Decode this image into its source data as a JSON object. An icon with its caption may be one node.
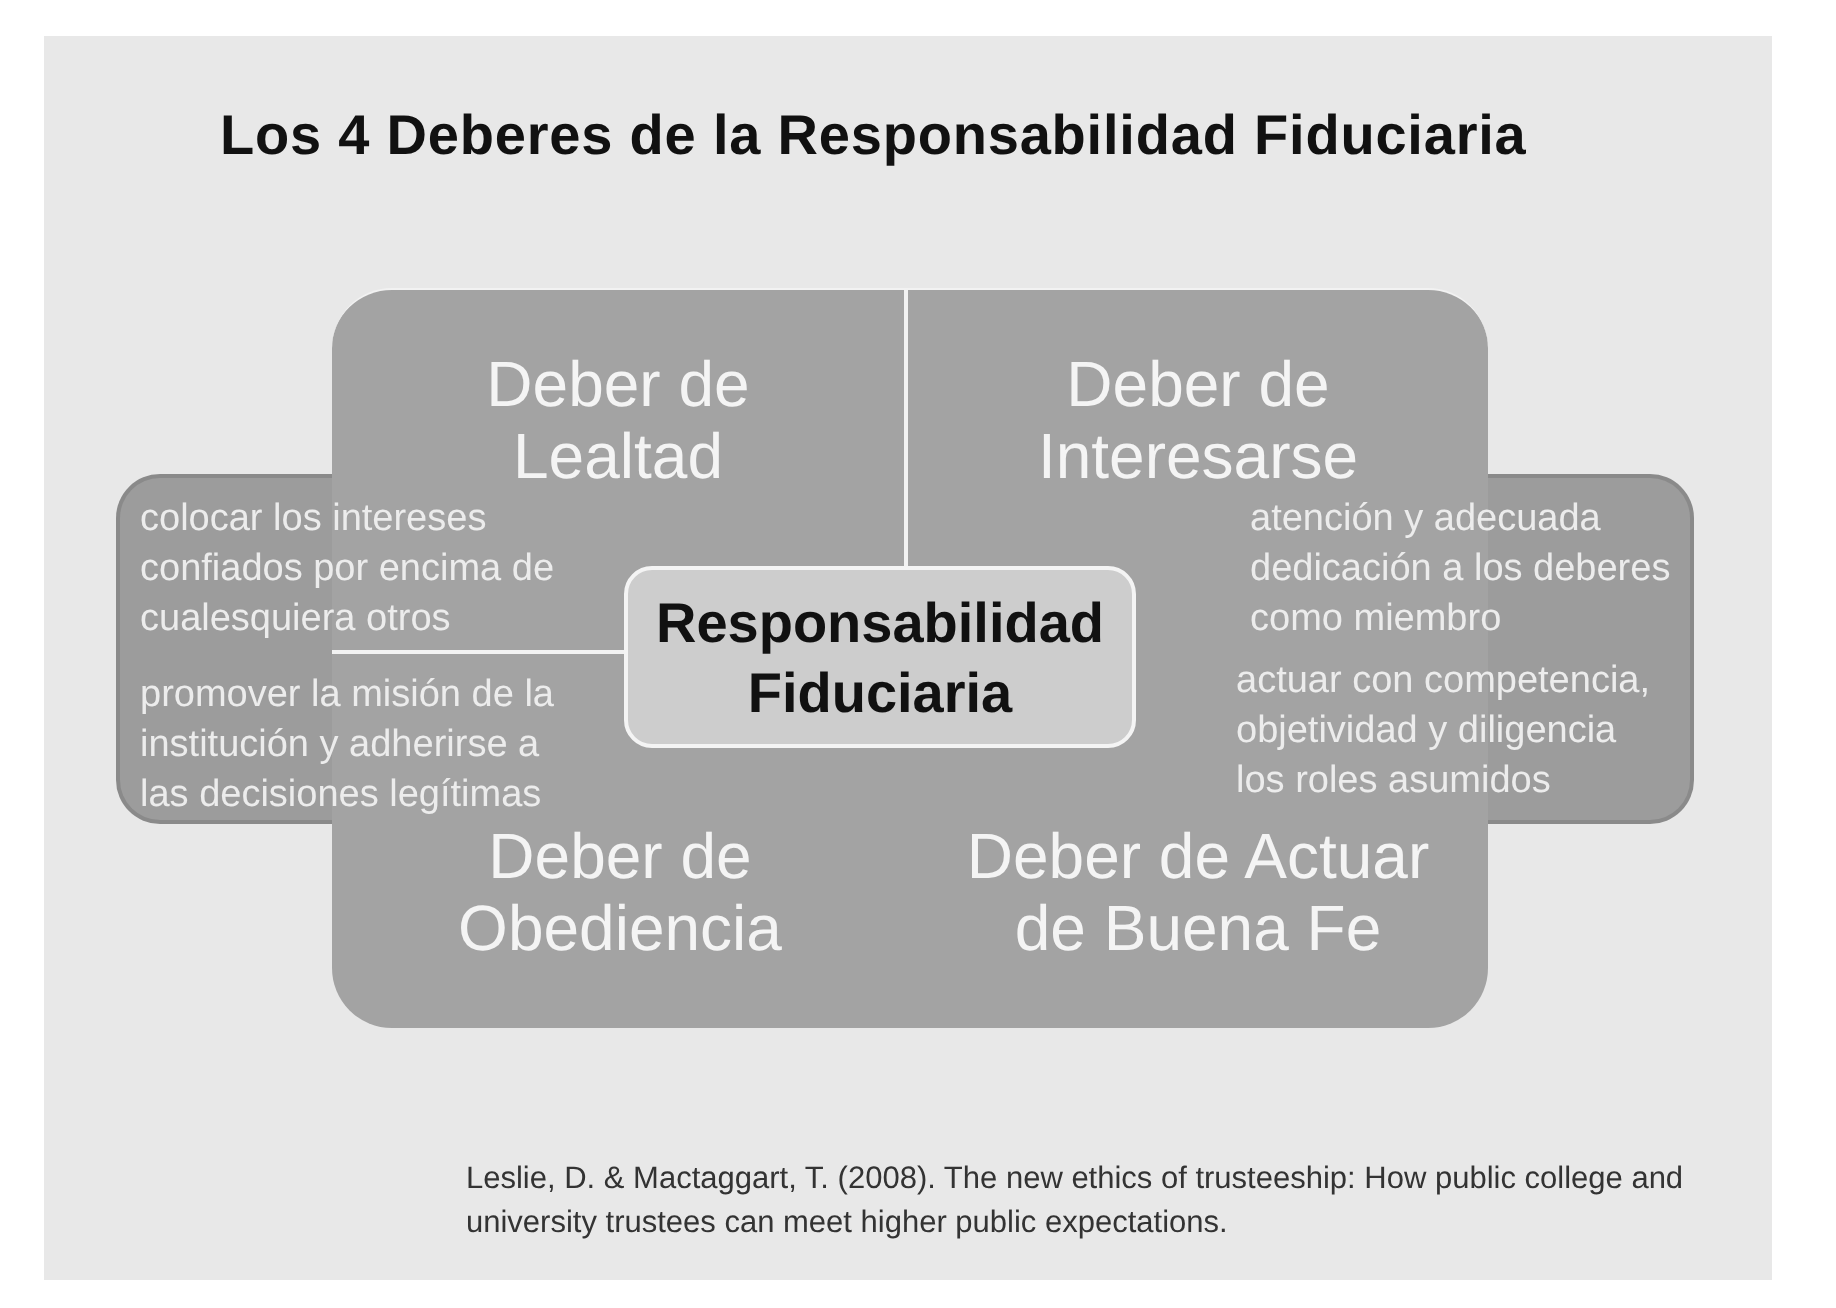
{
  "diagram": {
    "title": "Los 4 Deberes de la Responsabilidad Fiduciaria",
    "nodes": [
      {
        "text": [
          "Deber de Lealtad",
          "colocar los intereses confiados por encima de cualesquiera otros"
        ]
      },
      {
        "text": [
          "Deber de Interesarse",
          "atención y adecuada dedicación a los deberes como miembro"
        ]
      },
      {
        "text": [],
        "shape": "box"
      },
      {
        "text": [
          "Responsabilidad Fiduciaria"
        ]
      },
      {
        "text": [],
        "shape": "box"
      },
      {
        "text": [
          "promover la misión de la institución y adherirse a las decisiones legítimas",
          "Deber de Obediencia"
        ]
      },
      {
        "text": [
          "actuar con competencia, objetividad y diligencia los roles asumidos",
          "Deber de Actuar de Buena Fe"
        ]
      }
    ],
    "caption": "Leslie, D. & Mactaggart, T. (2008). The new ethics of trusteeship: How public college and university trustees can meet higher public expectations."
  }
}
